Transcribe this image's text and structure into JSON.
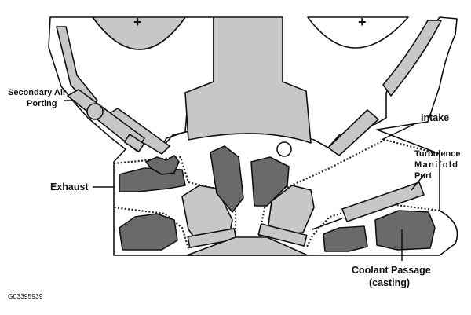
{
  "labels": {
    "secondary_air_line1": "Secondary Air",
    "secondary_air_line2": "Porting",
    "intake": "Intake",
    "turbulence_line1": "Turbulence",
    "turbulence_line2": "Manifold",
    "turbulence_line3": "Port",
    "exhaust": "Exhaust",
    "coolant_line1": "Coolant Passage",
    "coolant_line2": "(casting)",
    "plus_left": "+",
    "plus_right": "+",
    "figure_id": "G03395939"
  },
  "colors": {
    "casting": "#ffffff",
    "light_gray": "#c7c7c7",
    "dark_gray": "#6a6a6a",
    "outline": "#111111"
  }
}
